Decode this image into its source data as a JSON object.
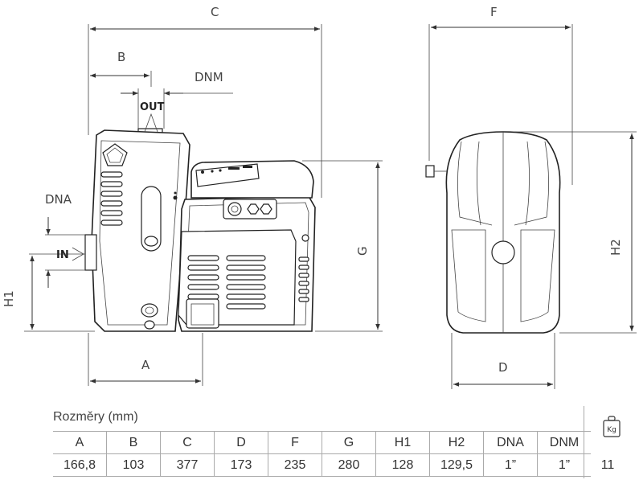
{
  "drawing": {
    "labels": {
      "A": "A",
      "B": "B",
      "C": "C",
      "D": "D",
      "F": "F",
      "G": "G",
      "H1": "H1",
      "H2": "H2",
      "DNA": "DNA",
      "DNM": "DNM",
      "OUT": "OUT",
      "IN": "IN"
    }
  },
  "table": {
    "caption": "Rozměry (mm)",
    "headers": [
      "A",
      "B",
      "C",
      "D",
      "F",
      "G",
      "H1",
      "H2",
      "DNA",
      "DNM"
    ],
    "values": [
      "166,8",
      "103",
      "377",
      "173",
      "235",
      "280",
      "128",
      "129,5",
      "1”",
      "1”"
    ],
    "weight_icon_text": "Kg",
    "weight_value": "11"
  }
}
